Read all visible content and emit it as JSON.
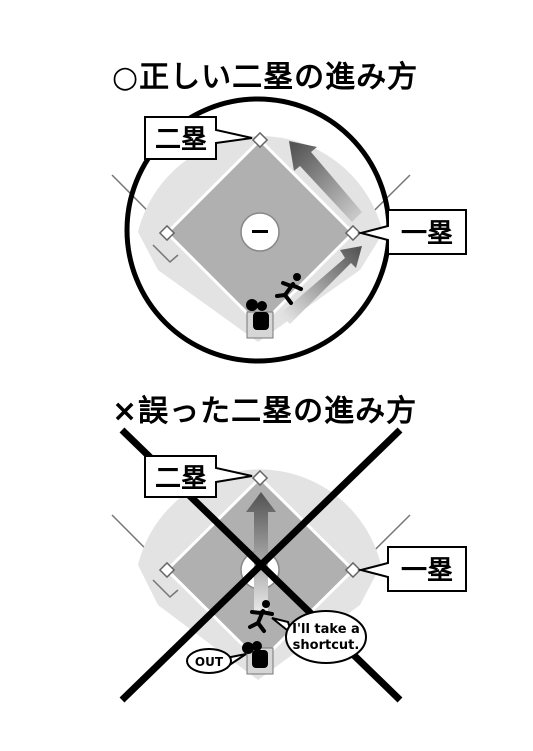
{
  "correct": {
    "heading": "○正しい二塁の進み方",
    "second_base_label": "二塁",
    "first_base_label": "一塁"
  },
  "wrong": {
    "heading": "×誤った二塁の進み方",
    "second_base_label": "二塁",
    "first_base_label": "一塁",
    "speech_bubble": [
      "I'll take a",
      "shortcut."
    ],
    "out_label": "OUT"
  },
  "colors": {
    "field_light": "#e3e3e3",
    "infield": "#b0b0b0",
    "arrow_correct": "#555555",
    "arrow_wrong": "#666666"
  },
  "icons": [
    "runner-icon",
    "catcher-icon",
    "batter-box-icon",
    "home-plate-icon",
    "pitcher-mound-icon"
  ]
}
